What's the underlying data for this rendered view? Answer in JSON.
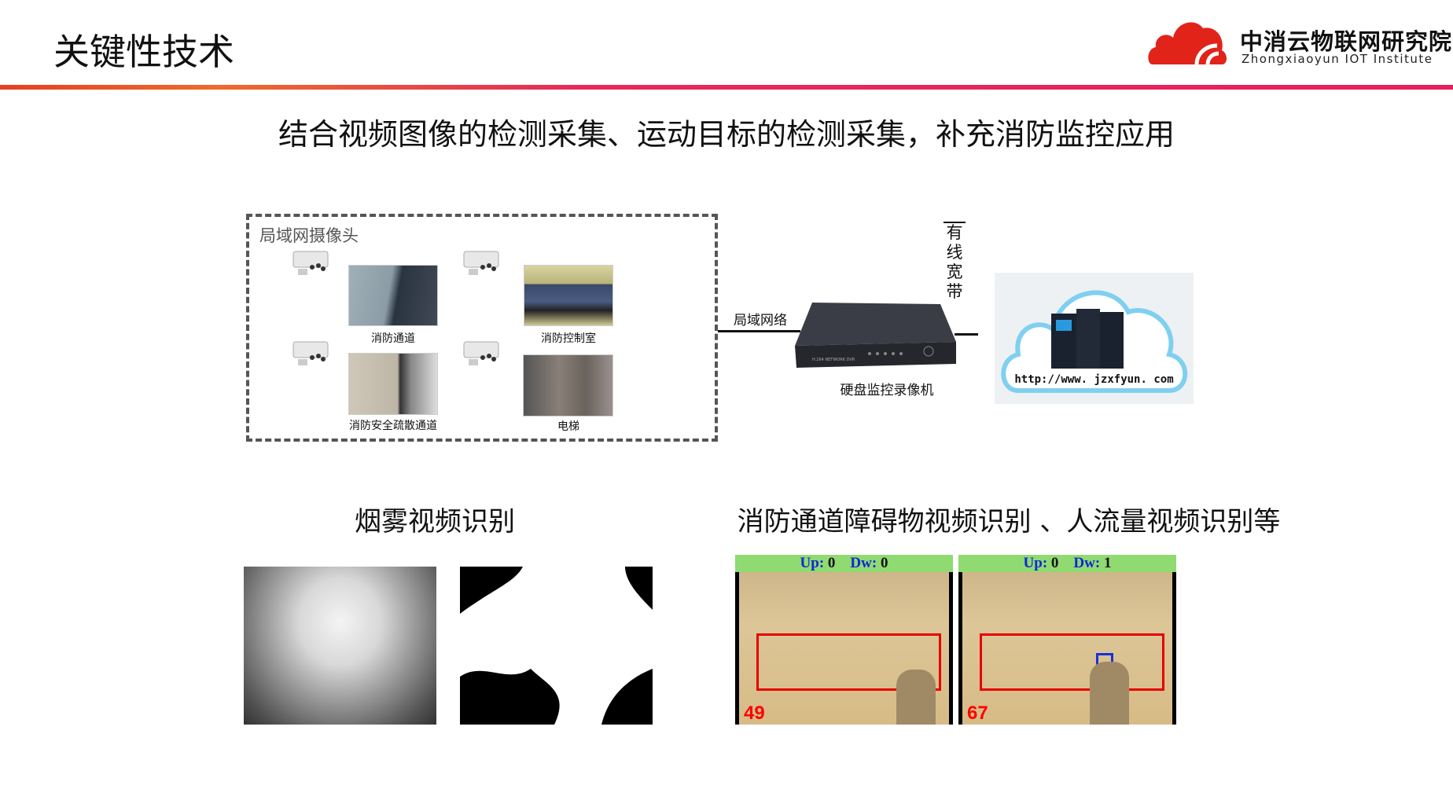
{
  "header": {
    "title": "关键性技术",
    "logo_cn": "中消云物联网研究院",
    "logo_en": "Zhongxiaoyun IOT Institute",
    "accent": "#e5205e"
  },
  "subtitle": "结合视频图像的检测采集、运动目标的检测采集，补充消防监控应用",
  "diagram": {
    "lan_label": "局域网摄像头",
    "cameras": [
      {
        "caption": "消防通道"
      },
      {
        "caption": "消防控制室"
      },
      {
        "caption": "消防安全疏散通道"
      },
      {
        "caption": "电梯"
      }
    ],
    "lan_network": "局域网络",
    "dvr_label": "硬盘监控录像机",
    "dvr_text": "H.264 NETWORK DVR",
    "wired": "有线宽带",
    "url": "http://www. jzxfyun. com"
  },
  "sections": {
    "smoke": "烟雾视频识别",
    "flow": "消防通道障碍物视频识别 、人流量视频识别等"
  },
  "tracking": [
    {
      "up_label": "Up:",
      "up": "0",
      "dw_label": "Dw:",
      "dw": "0",
      "frame": "49"
    },
    {
      "up_label": "Up:",
      "up": "0",
      "dw_label": "Dw:",
      "dw": "1",
      "frame": "67"
    }
  ]
}
